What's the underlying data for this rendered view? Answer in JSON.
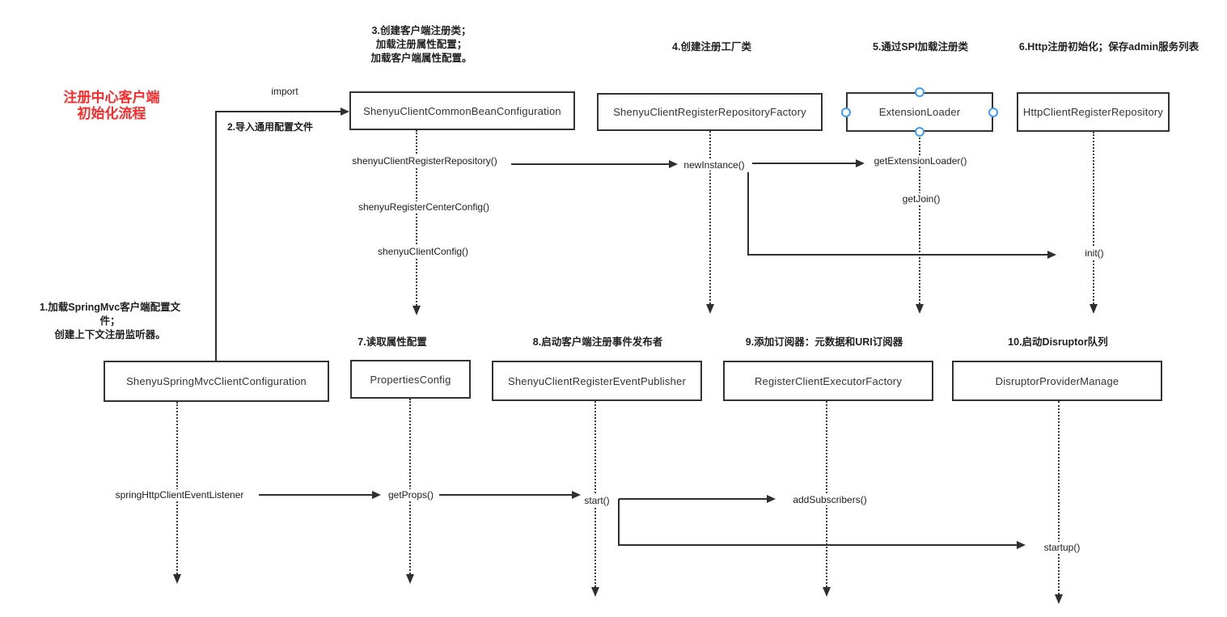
{
  "diagram_title": {
    "line1": "注册中心客户端",
    "line2": "初始化流程"
  },
  "annotations": {
    "n1": {
      "line1": "1.加载SpringMvc客户端配置文",
      "line2": "件；",
      "line3": "创建上下文注册监听器。"
    },
    "n2": "2.导入通用配置文件",
    "n3": {
      "line1": "3.创建客户端注册类；",
      "line2": "加载注册属性配置；",
      "line3": "加载客户端属性配置。"
    },
    "n4": "4.创建注册工厂类",
    "n5": "5.通过SPI加载注册类",
    "n6": "6.Http注册初始化；保存admin服务列表",
    "n7": "7.读取属性配置",
    "n8": "8.启动客户端注册事件发布者",
    "n9": "9.添加订阅器：元数据和URI订阅器",
    "n10": "10.启动Disruptor队列"
  },
  "classes": {
    "common_bean_configuration": "ShenyuClientCommonBeanConfiguration",
    "register_repository_factory": "ShenyuClientRegisterRepositoryFactory",
    "extension_loader": "ExtensionLoader",
    "http_client_register_repository": "HttpClientRegisterRepository",
    "spring_mvc_client_configuration": "ShenyuSpringMvcClientConfiguration",
    "properties_config": "PropertiesConfig",
    "register_event_publisher": "ShenyuClientRegisterEventPublisher",
    "register_client_executor_factory": "RegisterClientExecutorFactory",
    "disruptor_provider_manage": "DisruptorProviderManage"
  },
  "methods": {
    "import": "import",
    "shenyu_client_register_repository": "shenyuClientRegisterRepository()",
    "shenyu_register_center_config": "shenyuRegisterCenterConfig()",
    "shenyu_client_config": "shenyuClientConfig()",
    "new_instance": "newInstance()",
    "get_extension_loader": "getExtensionLoader()",
    "get_join": "getJoin()",
    "init": "init()",
    "spring_http_client_event_listener": "springHttpClientEventListener",
    "get_props": "getProps()",
    "start": "start()",
    "add_subscribers": "addSubscribers()",
    "startup": "startup()"
  },
  "colors": {
    "title_red": "#fb2b2b",
    "line": "#2f2f2f",
    "box_border": "#333333",
    "selection_handle_blue": "#3d9aff",
    "background": "#ffffff"
  }
}
